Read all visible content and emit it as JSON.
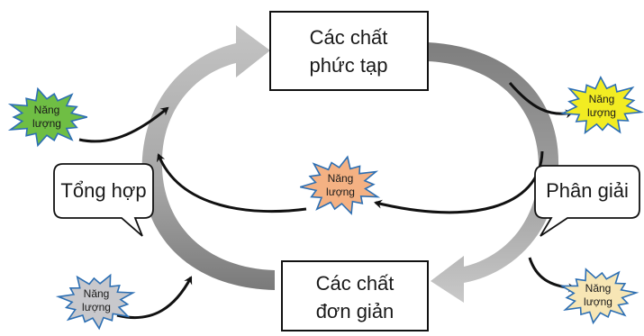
{
  "nodes": {
    "complex": {
      "line1": "Các chất",
      "line2": "phức tạp"
    },
    "simple": {
      "line1": "Các chất",
      "line2": "đơn giản"
    }
  },
  "callouts": {
    "synthesis": "Tổng hợp",
    "decomposition": "Phân giải"
  },
  "energy": {
    "line1": "Năng",
    "line2": "lượng",
    "colors": {
      "green": "#6fbe44",
      "yellow": "#f2ec22",
      "orange": "#f4b183",
      "gray": "#c8c8cc",
      "cream": "#f7e6b5",
      "outline": "#2d6fb3"
    }
  },
  "colors": {
    "cycle_arrow": "#8c8c8c",
    "cycle_arrow_light": "#c9c9c9",
    "connector": "#111111",
    "box_border": "#111111"
  }
}
